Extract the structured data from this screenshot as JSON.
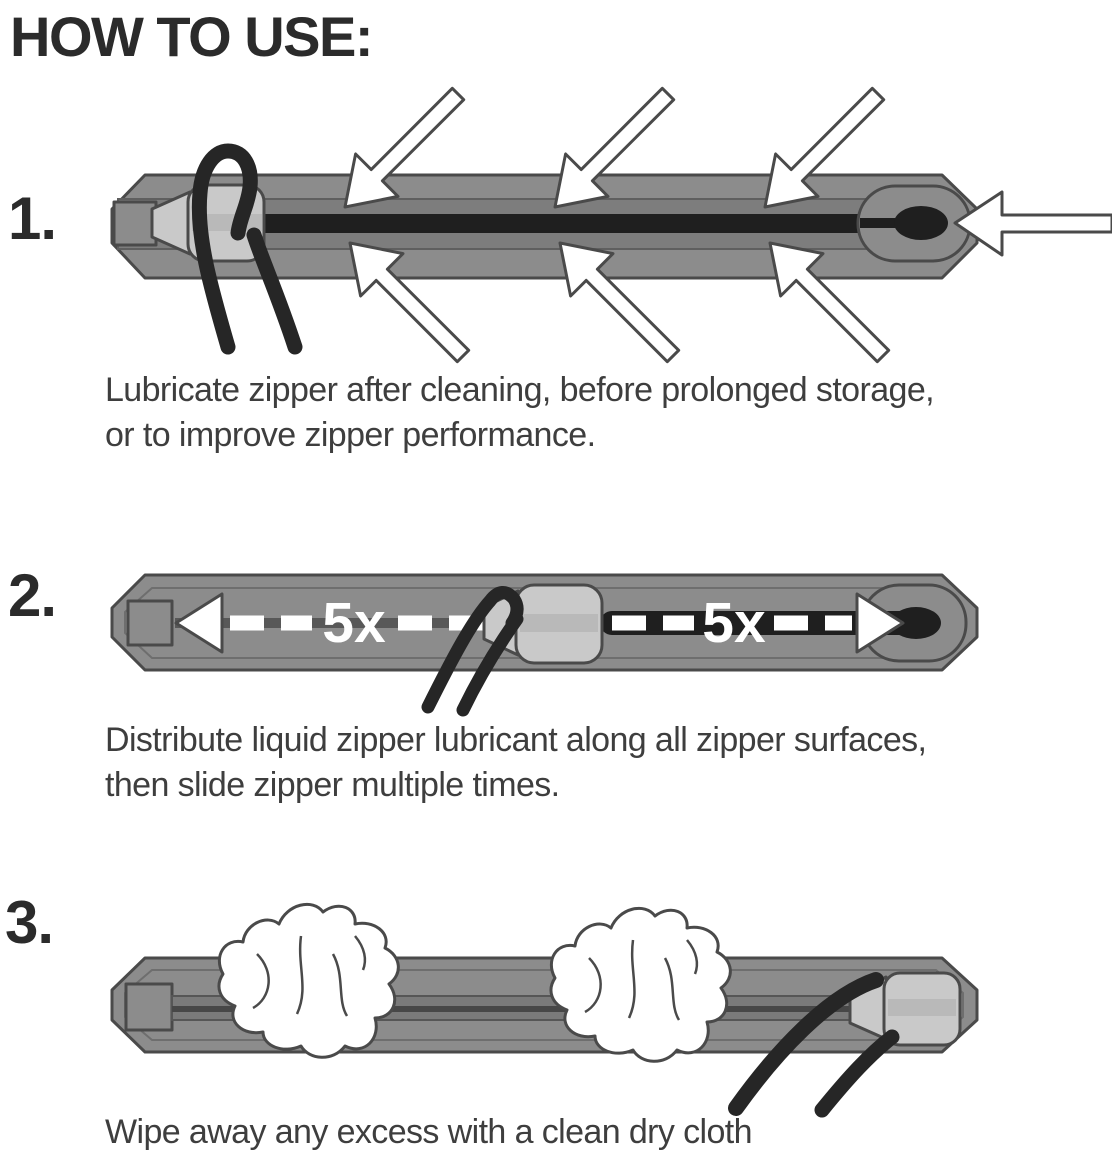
{
  "title": "HOW TO USE:",
  "steps": [
    {
      "number": "1.",
      "caption_lines": [
        "Lubricate zipper after cleaning, before prolonged storage,",
        "or to improve zipper performance."
      ]
    },
    {
      "number": "2.",
      "repeat_label_left": "5x",
      "repeat_label_right": "5x",
      "caption_lines": [
        "Distribute liquid zipper lubricant along all zipper surfaces,",
        "then slide zipper multiple times."
      ]
    },
    {
      "number": "3.",
      "caption_lines": [
        "Wipe away any excess with a clean dry cloth"
      ]
    }
  ],
  "palette": {
    "zipper_body": "#8c8c8c",
    "zipper_outline": "#4a4a4a",
    "zipper_channel": "#7d7d7d",
    "slider_pull": "#c9c9c9",
    "track": "#1f1f1f",
    "cord": "#262626",
    "arrow_fill": "#ffffff",
    "cloth": "#ffffff",
    "text": "#3e3e3e",
    "title_text": "#2b2b2b"
  }
}
